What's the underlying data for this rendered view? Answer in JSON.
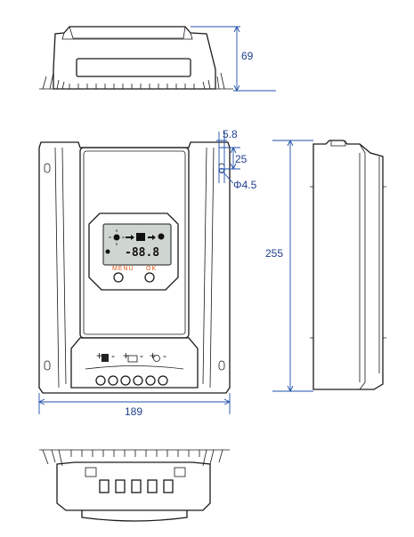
{
  "dimensions": {
    "top_height": "69",
    "hole_offset": "5.8",
    "hole_spacing": "25",
    "hole_diameter": "Φ4.5",
    "side_height": "255",
    "front_width": "189"
  },
  "lcd": {
    "readout": "-88.8"
  },
  "buttons": {
    "menu_label": "MENU",
    "ok_label": "OK"
  },
  "terminal_markings": [
    "+",
    "-",
    "+",
    "-",
    "+",
    "-"
  ],
  "colors": {
    "dimension": "#1f4fa8",
    "button_label": "#e05a1a",
    "lcd_background": "#cfd6cf"
  }
}
